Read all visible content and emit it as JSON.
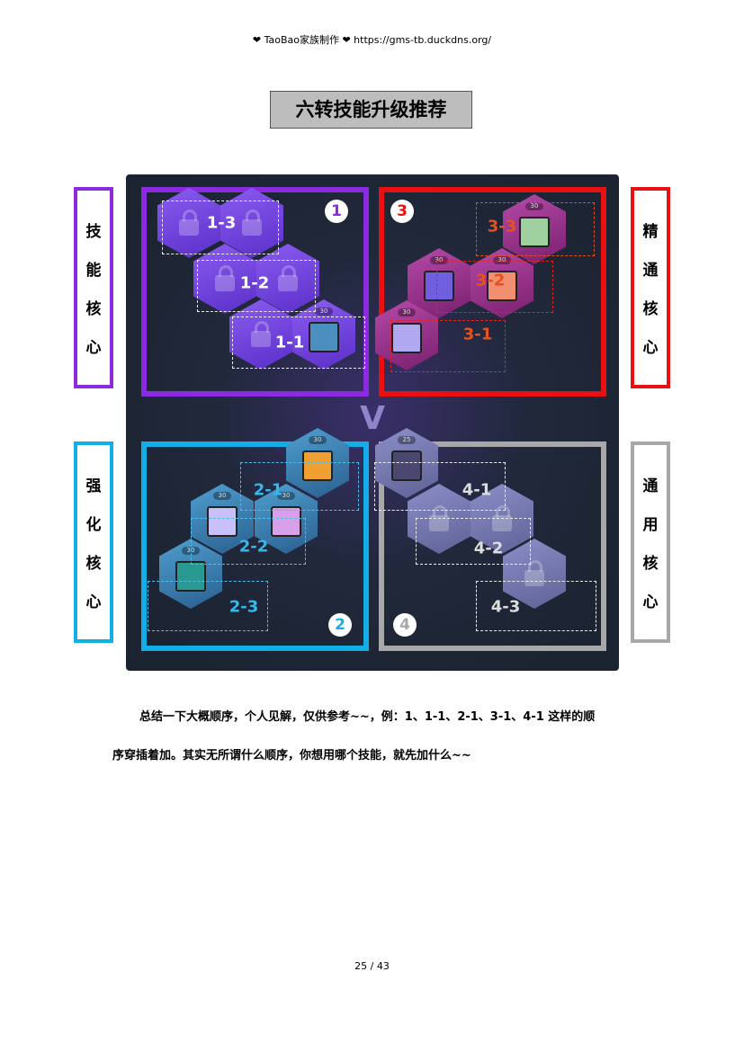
{
  "header": "❤ TaoBao家族制作 ❤ https://gms-tb.duckdns.org/",
  "title": "六转技能升级推荐",
  "side_labels": {
    "skill": [
      "技",
      "能",
      "核",
      "心"
    ],
    "mastery": [
      "精",
      "通",
      "核",
      "心"
    ],
    "enhance": [
      "强",
      "化",
      "核",
      "心"
    ],
    "common": [
      "通",
      "用",
      "核",
      "心"
    ]
  },
  "zones": {
    "skill": {
      "number": "1",
      "color": "#8a2be2"
    },
    "mastery": {
      "number": "3",
      "color": "#e81010"
    },
    "enhance": {
      "number": "2",
      "color": "#12aee8"
    },
    "common": {
      "number": "4",
      "color": "#a8a8a8"
    }
  },
  "labels": {
    "l13": "1-3",
    "l12": "1-2",
    "l11": "1-1",
    "l33": "3-3",
    "l32": "3-2",
    "l31": "3-1",
    "l21": "2-1",
    "l22": "2-2",
    "l23": "2-3",
    "l41": "4-1",
    "l42": "4-2",
    "l43": "4-3"
  },
  "levels": {
    "max": "30",
    "partial": "25"
  },
  "logo": "V",
  "paragraph": [
    "总结一下大概顺序，个人见解，仅供参考~~，例：1、1-1、2-1、3-1、4-1 这样的顺",
    "序穿插着加。其实无所谓什么顺序，你想用哪个技能，就先加什么~~"
  ],
  "footer": "25 / 43"
}
